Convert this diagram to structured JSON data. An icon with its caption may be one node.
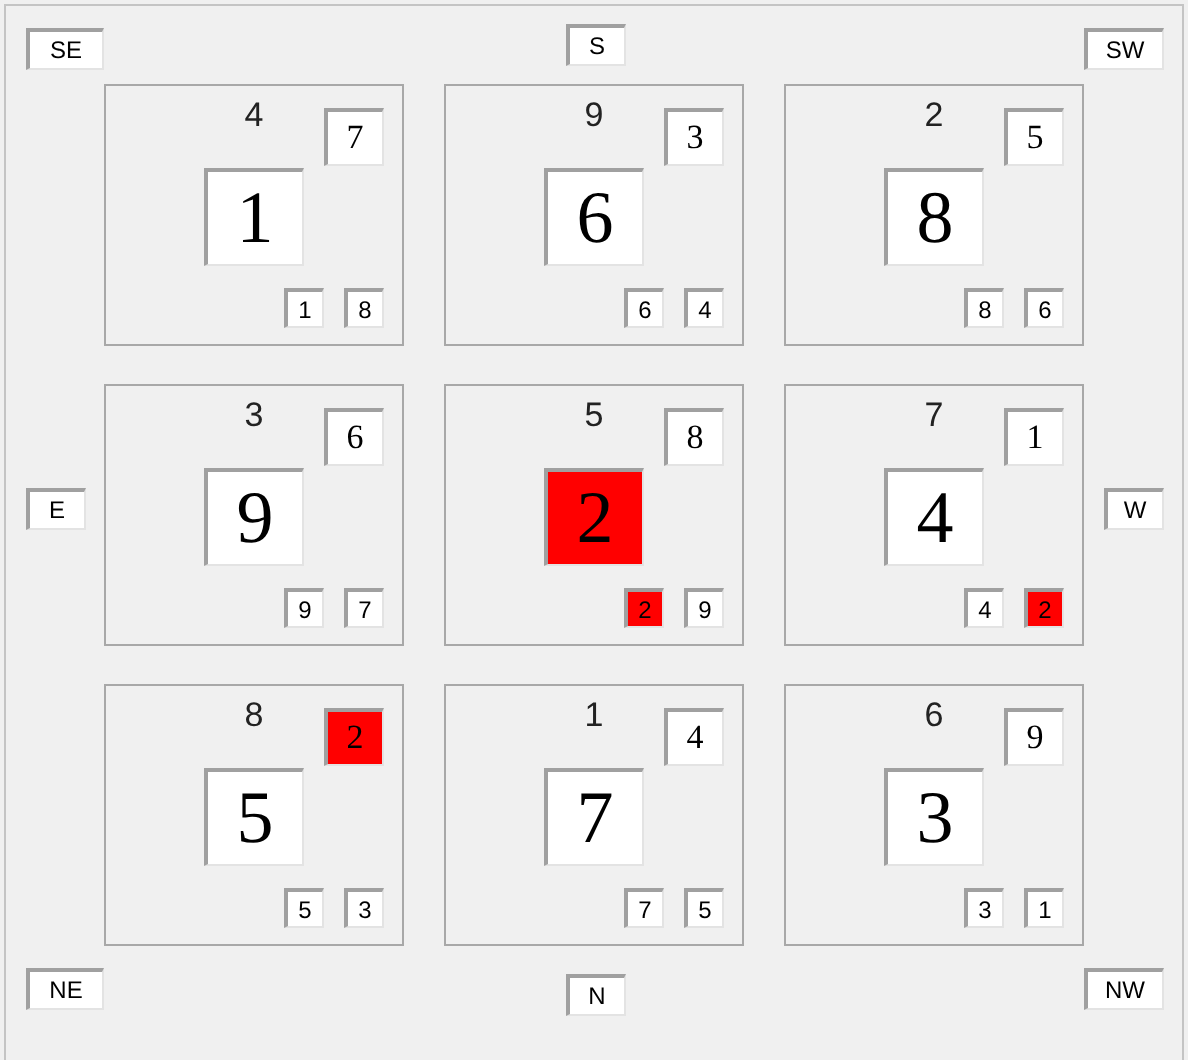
{
  "diagram": {
    "nodes": [
      {
        "text": [
          "SE"
        ]
      },
      {
        "text": [
          "S"
        ]
      },
      {
        "text": [
          "SW"
        ]
      },
      {
        "text": [
          "4"
        ]
      },
      {
        "text": [
          "7"
        ],
        "in": 3
      },
      {
        "text": [
          "1"
        ],
        "in": 3
      },
      {
        "text": [
          "1"
        ],
        "in": 3
      },
      {
        "text": [
          "8"
        ],
        "in": 3
      },
      {
        "text": [
          "9"
        ]
      },
      {
        "text": [
          "3"
        ],
        "in": 8
      },
      {
        "text": [
          "6"
        ],
        "in": 8
      },
      {
        "text": [
          "6"
        ],
        "in": 8
      },
      {
        "text": [
          "4"
        ],
        "in": 8
      },
      {
        "text": [
          "2"
        ]
      },
      {
        "text": [
          "5"
        ],
        "in": 13
      },
      {
        "text": [
          "8"
        ],
        "in": 13
      },
      {
        "text": [
          "8"
        ],
        "in": 13
      },
      {
        "text": [
          "6"
        ],
        "in": 13
      },
      {
        "text": [
          "E"
        ]
      },
      {
        "text": [
          "3"
        ]
      },
      {
        "text": [
          "6"
        ],
        "in": 19
      },
      {
        "text": [
          "9"
        ],
        "in": 19
      },
      {
        "text": [
          "9"
        ],
        "in": 19
      },
      {
        "text": [
          "7"
        ],
        "in": 19
      },
      {
        "text": [
          "5"
        ]
      },
      {
        "text": [
          "8"
        ],
        "in": 24
      },
      {
        "text": [
          "2"
        ],
        "in": 24
      },
      {
        "text": [
          "2"
        ],
        "in": 24
      },
      {
        "text": [
          "9"
        ],
        "in": 24
      },
      {
        "text": [
          "7"
        ]
      },
      {
        "text": [
          "1"
        ],
        "in": 29
      },
      {
        "text": [
          "4"
        ],
        "in": 29
      },
      {
        "text": [
          "4"
        ],
        "in": 29
      },
      {
        "text": [
          "2"
        ],
        "in": 29
      },
      {
        "text": [
          "W"
        ]
      },
      {
        "text": [
          "8"
        ]
      },
      {
        "text": [
          "2"
        ],
        "in": 35
      },
      {
        "text": [
          "5"
        ],
        "in": 35
      },
      {
        "text": [
          "5"
        ],
        "in": 35
      },
      {
        "text": [
          "3"
        ],
        "in": 35
      },
      {
        "text": [
          "1"
        ]
      },
      {
        "text": [
          "4"
        ],
        "in": 40
      },
      {
        "text": [
          "7"
        ],
        "in": 40
      },
      {
        "text": [
          "7"
        ],
        "in": 40
      },
      {
        "text": [
          "5"
        ],
        "in": 40
      },
      {
        "text": [
          "6"
        ]
      },
      {
        "text": [
          "9"
        ],
        "in": 45
      },
      {
        "text": [
          "3"
        ],
        "in": 45
      },
      {
        "text": [
          "3"
        ],
        "in": 45
      },
      {
        "text": [
          "1"
        ],
        "in": 45
      },
      {
        "text": [
          "NE"
        ]
      },
      {
        "text": [
          "N"
        ]
      },
      {
        "text": [
          "NW"
        ]
      }
    ]
  }
}
